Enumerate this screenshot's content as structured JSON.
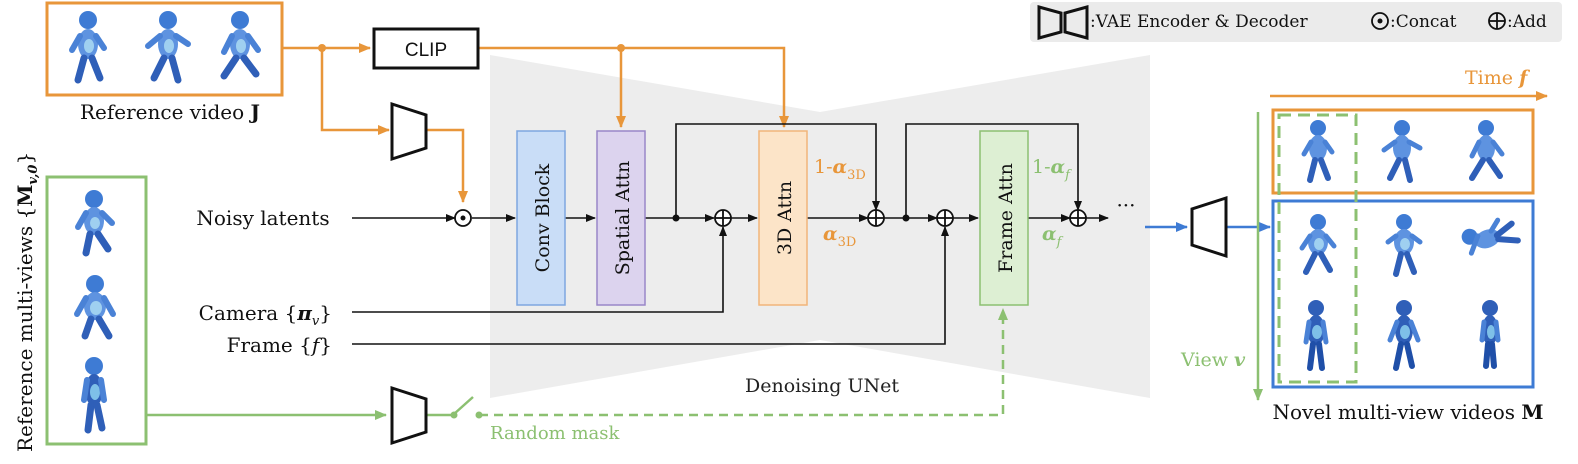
{
  "legend": {
    "vae_label": ":VAE Encoder & Decoder",
    "concat_label": ":Concat",
    "add_label": ":Add"
  },
  "inputs": {
    "reference_video_label": "Reference video ",
    "reference_video_symbol": "J",
    "reference_multiviews_label": "Reference multi-views {",
    "reference_multiviews_symbol": "M",
    "reference_multiviews_sub": "v,0",
    "reference_multiviews_close": "}",
    "noisy_latents_label": "Noisy latents",
    "camera_label": "Camera {",
    "camera_symbol": "π",
    "camera_sub": "v",
    "camera_close": "}",
    "frame_label": "Frame {",
    "frame_symbol": "f",
    "frame_close": "}"
  },
  "blocks": {
    "clip": "CLIP",
    "conv_block": "Conv Block",
    "spatial_attn": "Spatial Attn",
    "attn_3d": "3D Attn",
    "frame_attn": "Frame Attn",
    "unet_label": "Denoising UNet",
    "ellipsis": "···"
  },
  "weights": {
    "one_minus_3d_prefix": "1-",
    "alpha_3d": "α",
    "alpha_3d_sub": "3D",
    "one_minus_f_prefix": "1-",
    "alpha_f": "α",
    "alpha_f_sub": "f"
  },
  "switch_label": "Random mask",
  "outputs": {
    "time_label": "Time ",
    "time_symbol": "f",
    "view_label": "View ",
    "view_symbol": "v",
    "novel_label": "Novel multi-view videos ",
    "novel_symbol": "M"
  },
  "colors": {
    "orange": "#E8963A",
    "green": "#8CC071",
    "blue": "#3E7BD4",
    "conv_fill": "#C9DDF7",
    "conv_stroke": "#7EA6E0",
    "spatial_fill": "#DCD3EE",
    "spatial_stroke": "#9A87C8",
    "attn3d_fill": "#FCE4C8",
    "attn3d_stroke": "#F2B57A",
    "frame_fill": "#DDEFD3",
    "frame_stroke": "#8CC071",
    "unet_fill": "#EDEDED",
    "legend_fill": "#EBEBEB"
  }
}
